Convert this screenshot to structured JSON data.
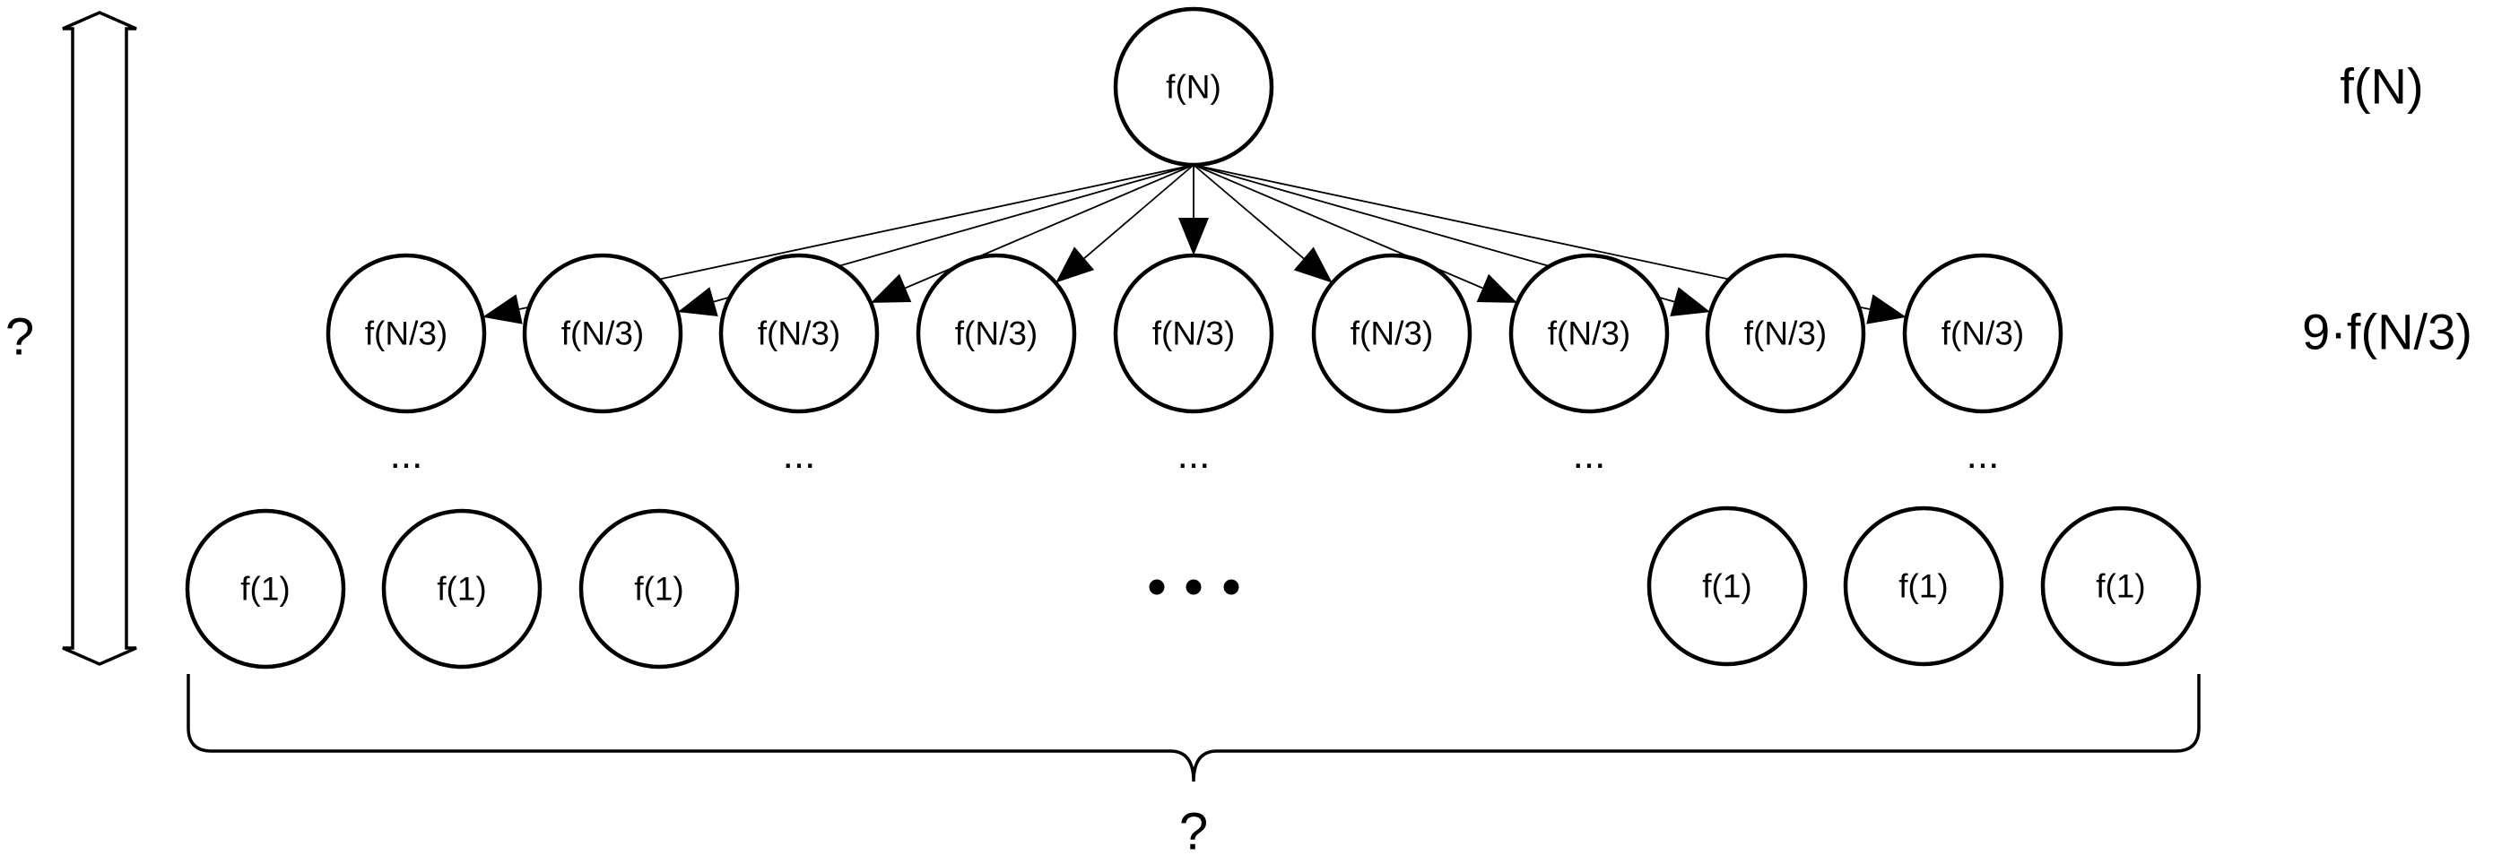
{
  "root": {
    "label": "f(N)"
  },
  "level1": {
    "labels": [
      "f(N/3)",
      "f(N/3)",
      "f(N/3)",
      "f(N/3)",
      "f(N/3)",
      "f(N/3)",
      "f(N/3)",
      "f(N/3)",
      "f(N/3)"
    ],
    "continuation": [
      "...",
      "...",
      "...",
      "...",
      "..."
    ]
  },
  "leaves": {
    "labels": [
      "f(1)",
      "f(1)",
      "f(1)",
      "f(1)",
      "f(1)",
      "f(1)"
    ]
  },
  "row_costs": {
    "root": "f(N)",
    "level1": "9·f(N/3)"
  },
  "height_label": "?",
  "width_label": "?"
}
